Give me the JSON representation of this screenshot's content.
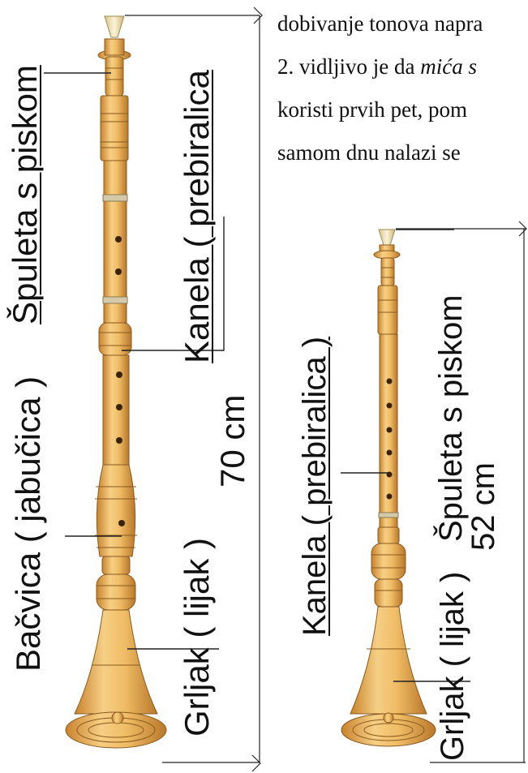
{
  "text": {
    "line1": "dobivanje tonova napra",
    "line2_prefix": "2. vidljivo je da ",
    "line2_em": "mića s",
    "line3": "koristi  prvih  pet,  pom",
    "line4": "samom  dnu  nalazi  se"
  },
  "figure_left": {
    "label_spuleta": "Špuleta s piskom",
    "label_kanela": "Kanela ( prebiralica",
    "label_bacvica": "Bačvica ( jabučica )",
    "label_grljak": "Grljak ( lijak )",
    "length": "70 cm"
  },
  "figure_right": {
    "label_kanela": "Kanela ( prebiralica )",
    "label_spuleta": "Špuleta s piskom",
    "label_grljak": "Grljak ( lijak )",
    "length": "52 cm"
  },
  "colors": {
    "wood_light": "#f3c77a",
    "wood_mid": "#e3a64a",
    "wood_dark": "#b9782a",
    "reed": "#efe2b8",
    "line": "#333333"
  }
}
